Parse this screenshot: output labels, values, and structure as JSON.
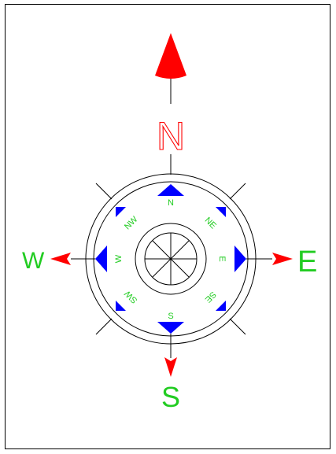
{
  "compass": {
    "outer_labels": {
      "north": "N",
      "south": "S",
      "east": "E",
      "west": "W"
    },
    "inner_labels": {
      "n": "N",
      "ne": "NE",
      "e": "E",
      "se": "SE",
      "s": "S",
      "sw": "SW",
      "w": "W",
      "nw": "NW"
    },
    "colors": {
      "north_arrow": "#ff0000",
      "side_arrow": "#ff0000",
      "north_label_outline": "#ff0000",
      "cardinal_label": "#22cc22",
      "inner_label": "#22cc22",
      "inner_marker": "#0000ff",
      "line": "#000000"
    }
  }
}
